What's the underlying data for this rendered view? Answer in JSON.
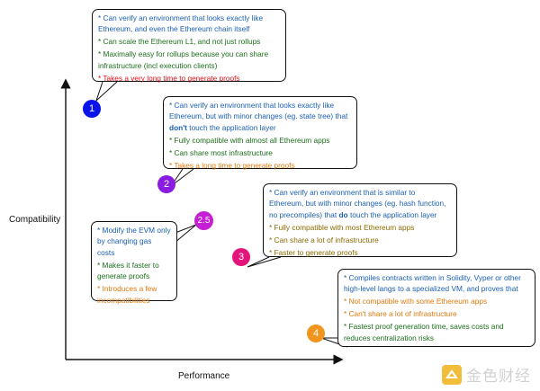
{
  "axes": {
    "y_label": "Compatibility",
    "x_label": "Performance"
  },
  "nodes": [
    {
      "id": "1",
      "color": "#0a14e8"
    },
    {
      "id": "2",
      "color": "#8a1be0"
    },
    {
      "id": "2.5",
      "color": "#c51fd6"
    },
    {
      "id": "3",
      "color": "#e3157a"
    },
    {
      "id": "4",
      "color": "#f0951e"
    }
  ],
  "bubbles": {
    "b1": {
      "lines": [
        "* Can verify an environment that looks exactly like Ethereum, and even the Ethereum chain itself",
        "* Can scale the Ethereum L1, and not just rollups",
        "* Maximally easy for rollups because you can share infrastructure (incl execution clients)",
        "* Takes a very long time to generate proofs"
      ]
    },
    "b2": {
      "line1_a": "* Can verify an environment that looks exactly like Ethereum, but with minor changes (eg. state tree) that",
      "line1_bold": "don't",
      "line1_b": "touch the application layer",
      "lines": [
        "* Fully compatible with almost all Ethereum apps",
        "* Can share most infrastructure",
        "* Takes a long time to generate proofs"
      ]
    },
    "b3": {
      "line1_a": "* Can verify an environment that is similar to Ethereum, but with minor changes (eg. hash function, no precompiles) that",
      "line1_bold": "do",
      "line1_b": "touch the application layer",
      "lines": [
        "* Fully compatible with most Ethereum apps",
        "* Can share a lot of infrastructure",
        "* Faster to generate proofs"
      ]
    },
    "b25": {
      "lines": [
        "* Modify the EVM only by changing gas costs",
        "* Makes it faster to generate proofs",
        "* Introduces a few incompatibilities"
      ]
    },
    "b4": {
      "lines": [
        "* Compiles contracts written in Solidity, Vyper or other high-level langs to a specialized VM, and proves that",
        "* Not compatible with some Ethereum apps",
        "* Can't share a lot of infrastructure",
        "* Fastest proof generation time, saves costs and reduces centralization risks"
      ]
    }
  },
  "watermark": {
    "text": "金色财经"
  }
}
